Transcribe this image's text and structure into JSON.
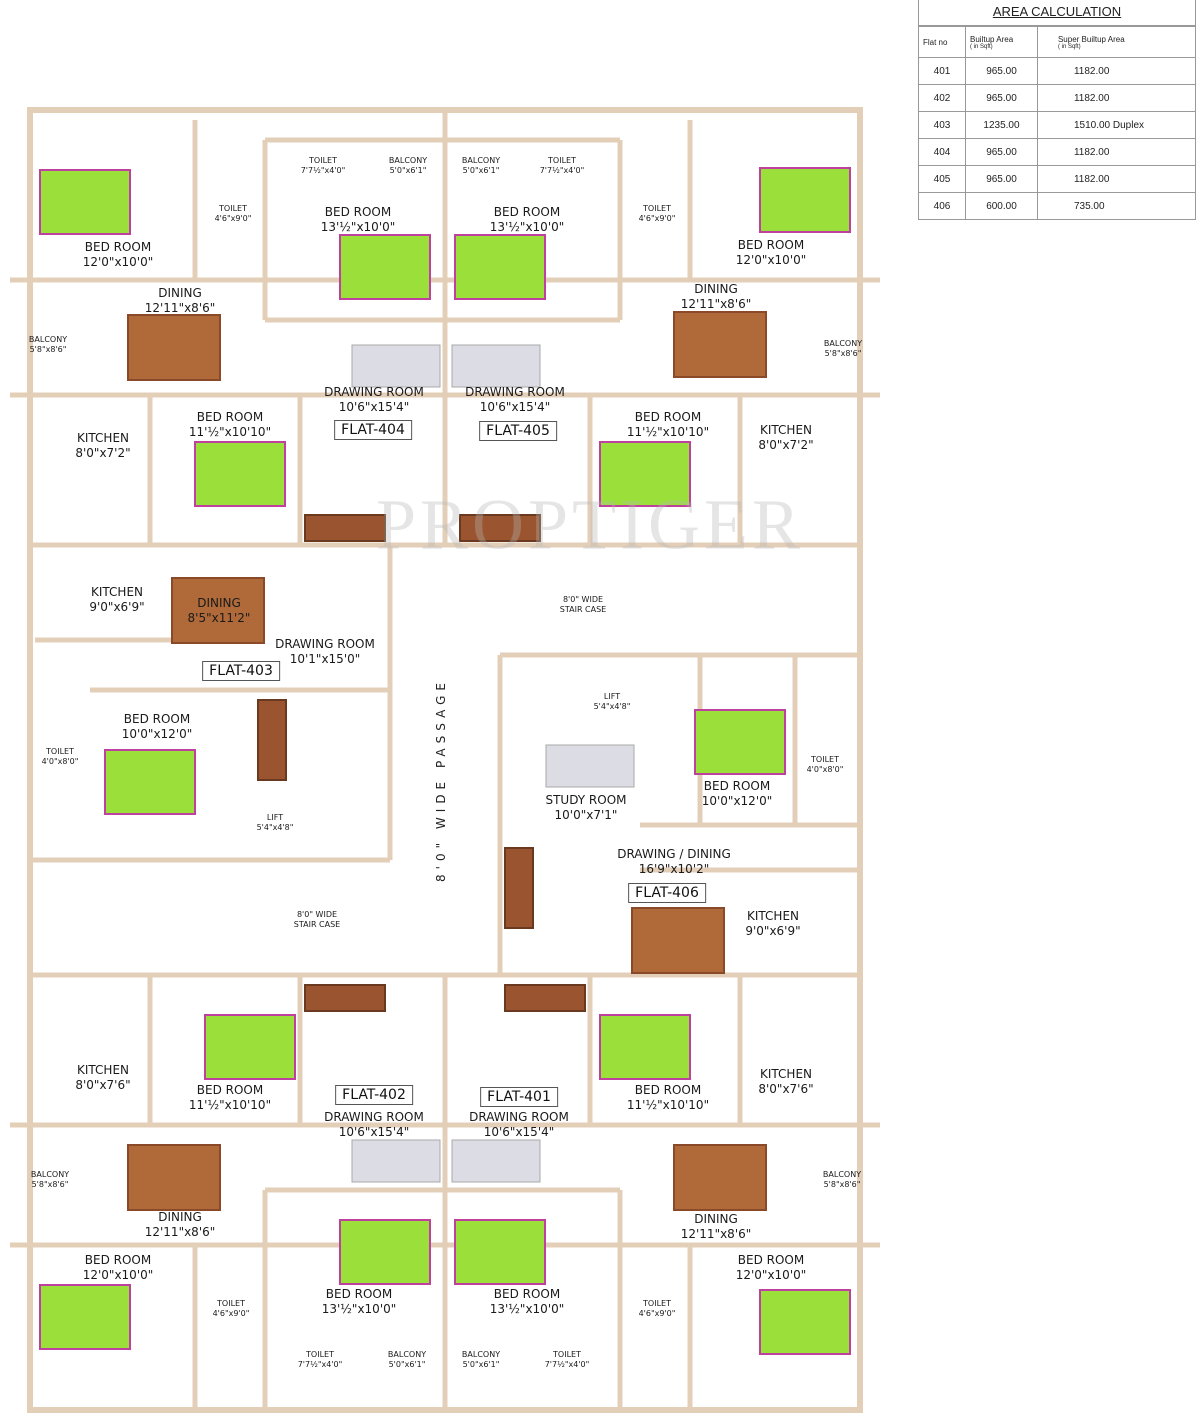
{
  "area_calculation": {
    "title": "AREA CALCULATION",
    "headers": [
      "Flat no",
      "Builtup Area",
      "Super Builtup Area"
    ],
    "unit": "( in Sqft)",
    "rows": [
      [
        "401",
        "965.00",
        "1182.00"
      ],
      [
        "402",
        "965.00",
        "1182.00"
      ],
      [
        "403",
        "1235.00",
        "1510.00 Duplex"
      ],
      [
        "404",
        "965.00",
        "1182.00"
      ],
      [
        "405",
        "965.00",
        "1182.00"
      ],
      [
        "406",
        "600.00",
        "735.00"
      ]
    ]
  },
  "flat_tags": [
    "FLAT-404",
    "FLAT-405",
    "FLAT-403",
    "FLAT-406",
    "FLAT-402",
    "FLAT-401"
  ],
  "passage": "8'0\" WIDE PASSAGE",
  "watermark": "PROPTIGER",
  "rooms": [
    {
      "name": "BED ROOM",
      "size": "12'0\"x10'0\""
    },
    {
      "name": "TOILET",
      "size": "4'6\"x9'0\""
    },
    {
      "name": "TOILET",
      "size": "7'7½\"x4'0\""
    },
    {
      "name": "BALCONY",
      "size": "5'0\"x6'1\""
    },
    {
      "name": "BED ROOM",
      "size": "13'½\"x10'0\""
    },
    {
      "name": "DINING",
      "size": "12'11\"x8'6\""
    },
    {
      "name": "BALCONY",
      "size": "5'8\"x8'6\""
    },
    {
      "name": "DRAWING ROOM",
      "size": "10'6\"x15'4\""
    },
    {
      "name": "BED ROOM",
      "size": "11'½\"x10'10\""
    },
    {
      "name": "KITCHEN",
      "size": "8'0\"x7'2\""
    },
    {
      "name": "BALCONY",
      "size": "5'0\"x6'1\""
    },
    {
      "name": "TOILET",
      "size": "7'7½\"x4'0\""
    },
    {
      "name": "TOILET",
      "size": "4'6\"x9'0\""
    },
    {
      "name": "BED ROOM",
      "size": "13'½\"x10'0\""
    },
    {
      "name": "BED ROOM",
      "size": "12'0\"x10'0\""
    },
    {
      "name": "DINING",
      "size": "12'11\"x8'6\""
    },
    {
      "name": "BALCONY",
      "size": "5'8\"x8'6\""
    },
    {
      "name": "DRAWING ROOM",
      "size": "10'6\"x15'4\""
    },
    {
      "name": "BED ROOM",
      "size": "11'½\"x10'10\""
    },
    {
      "name": "KITCHEN",
      "size": "8'0\"x7'2\""
    },
    {
      "name": "KITCHEN",
      "size": "9'0\"x6'9\""
    },
    {
      "name": "DINING",
      "size": "8'5\"x11'2\""
    },
    {
      "name": "DRAWING ROOM",
      "size": "10'1\"x15'0\""
    },
    {
      "name": "BED ROOM",
      "size": "10'0\"x12'0\""
    },
    {
      "name": "TOILET",
      "size": "4'0\"x8'0\""
    },
    {
      "name": "LIFT",
      "size": "5'4\"x4'8\""
    },
    {
      "name": "8'0\" WIDE",
      "size": "STAIR CASE"
    },
    {
      "name": "8'0\" WIDE",
      "size": "STAIR CASE"
    },
    {
      "name": "LIFT",
      "size": "5'4\"x4'8\""
    },
    {
      "name": "STUDY ROOM",
      "size": "10'0\"x7'1\""
    },
    {
      "name": "BED ROOM",
      "size": "10'0\"x12'0\""
    },
    {
      "name": "TOILET",
      "size": "4'0\"x8'0\""
    },
    {
      "name": "DRAWING / DINING",
      "size": "16'9\"x10'2\""
    },
    {
      "name": "KITCHEN",
      "size": "9'0\"x6'9\""
    },
    {
      "name": "KITCHEN",
      "size": "8'0\"x7'6\""
    },
    {
      "name": "BED ROOM",
      "size": "11'½\"x10'10\""
    },
    {
      "name": "DRAWING ROOM",
      "size": "10'6\"x15'4\""
    },
    {
      "name": "BALCONY",
      "size": "5'8\"x8'6\""
    },
    {
      "name": "DINING",
      "size": "12'11\"x8'6\""
    },
    {
      "name": "BED ROOM",
      "size": "12'0\"x10'0\""
    },
    {
      "name": "TOILET",
      "size": "4'6\"x9'0\""
    },
    {
      "name": "BED ROOM",
      "size": "13'½\"x10'0\""
    },
    {
      "name": "TOILET",
      "size": "7'7½\"x4'0\""
    },
    {
      "name": "BALCONY",
      "size": "5'0\"x6'1\""
    },
    {
      "name": "DRAWING ROOM",
      "size": "10'6\"x15'4\""
    },
    {
      "name": "BED ROOM",
      "size": "11'½\"x10'10\""
    },
    {
      "name": "KITCHEN",
      "size": "8'0\"x7'6\""
    },
    {
      "name": "BALCONY",
      "size": "5'8\"x8'6\""
    },
    {
      "name": "DINING",
      "size": "12'11\"x8'6\""
    },
    {
      "name": "BED ROOM",
      "size": "12'0\"x10'0\""
    },
    {
      "name": "TOILET",
      "size": "4'6\"x9'0\""
    },
    {
      "name": "BED ROOM",
      "size": "13'½\"x10'0\""
    },
    {
      "name": "BALCONY",
      "size": "5'0\"x6'1\""
    },
    {
      "name": "TOILET",
      "size": "7'7½\"x4'0\""
    }
  ],
  "colors": {
    "wall": "#e3cfb8",
    "door": "#b060c0",
    "bed": "#9be03a",
    "dining": "#b06a3a",
    "window": "#9fd8e0"
  }
}
